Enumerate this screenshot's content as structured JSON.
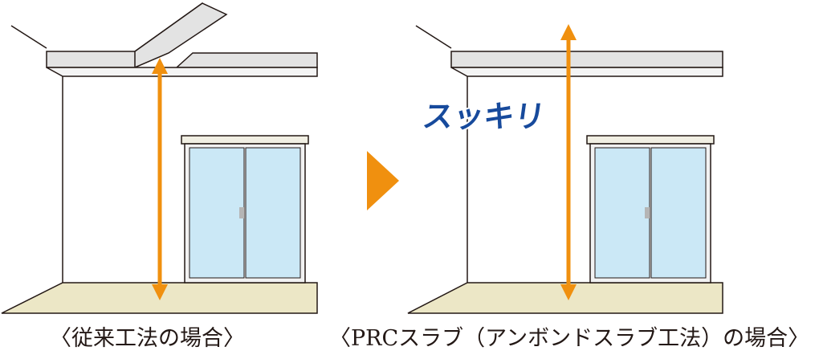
{
  "captions": {
    "left": "〈従来工法の場合〉",
    "right": "〈PRCスラブ（アンボンドスラブ工法）の場合〉"
  },
  "annotation": {
    "text": "スッキリ"
  },
  "colors": {
    "arrow": "#f0900f",
    "ceiling": "#e3e3e3",
    "floor": "#ece7c6",
    "glass": "#cbe8f6",
    "frame": "#f2f2f2",
    "annotation_fill": "#174a9c",
    "line": "#231815"
  },
  "icons": {
    "transition": "play-triangle-icon"
  }
}
